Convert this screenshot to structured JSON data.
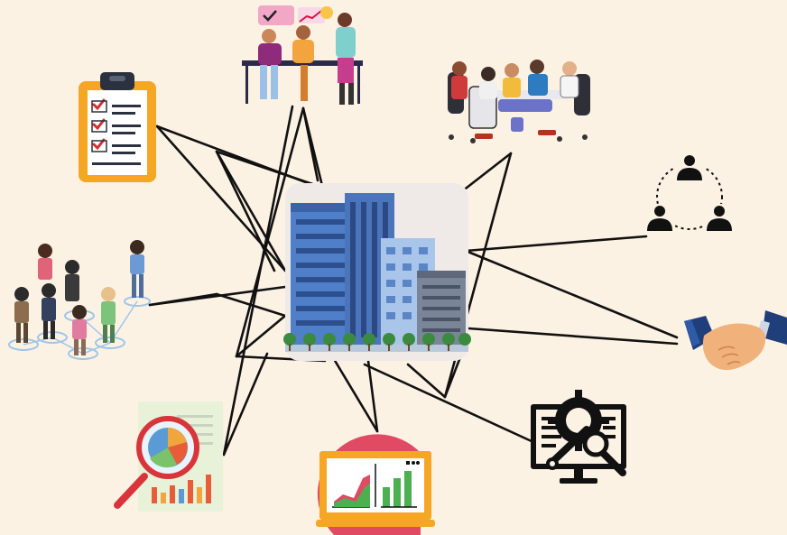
{
  "diagram": {
    "background_color": "#fcf2e4",
    "line_color": "#111111",
    "hub": {
      "icon": "office-buildings-icon",
      "tile_color": "#efeae8"
    },
    "nodes": [
      {
        "id": "team-meeting",
        "icon": "team-meeting-whiteboard-icon"
      },
      {
        "id": "boardroom",
        "icon": "boardroom-meeting-icon"
      },
      {
        "id": "checklist",
        "icon": "clipboard-checklist-icon"
      },
      {
        "id": "network",
        "icon": "people-network-icon"
      },
      {
        "id": "social-group",
        "icon": "social-group-icon"
      },
      {
        "id": "handshake",
        "icon": "handshake-icon"
      },
      {
        "id": "analysis-report",
        "icon": "magnifier-report-icon"
      },
      {
        "id": "laptop-analytics",
        "icon": "laptop-analytics-icon"
      },
      {
        "id": "tech-settings",
        "icon": "monitor-gear-tools-icon"
      }
    ]
  }
}
